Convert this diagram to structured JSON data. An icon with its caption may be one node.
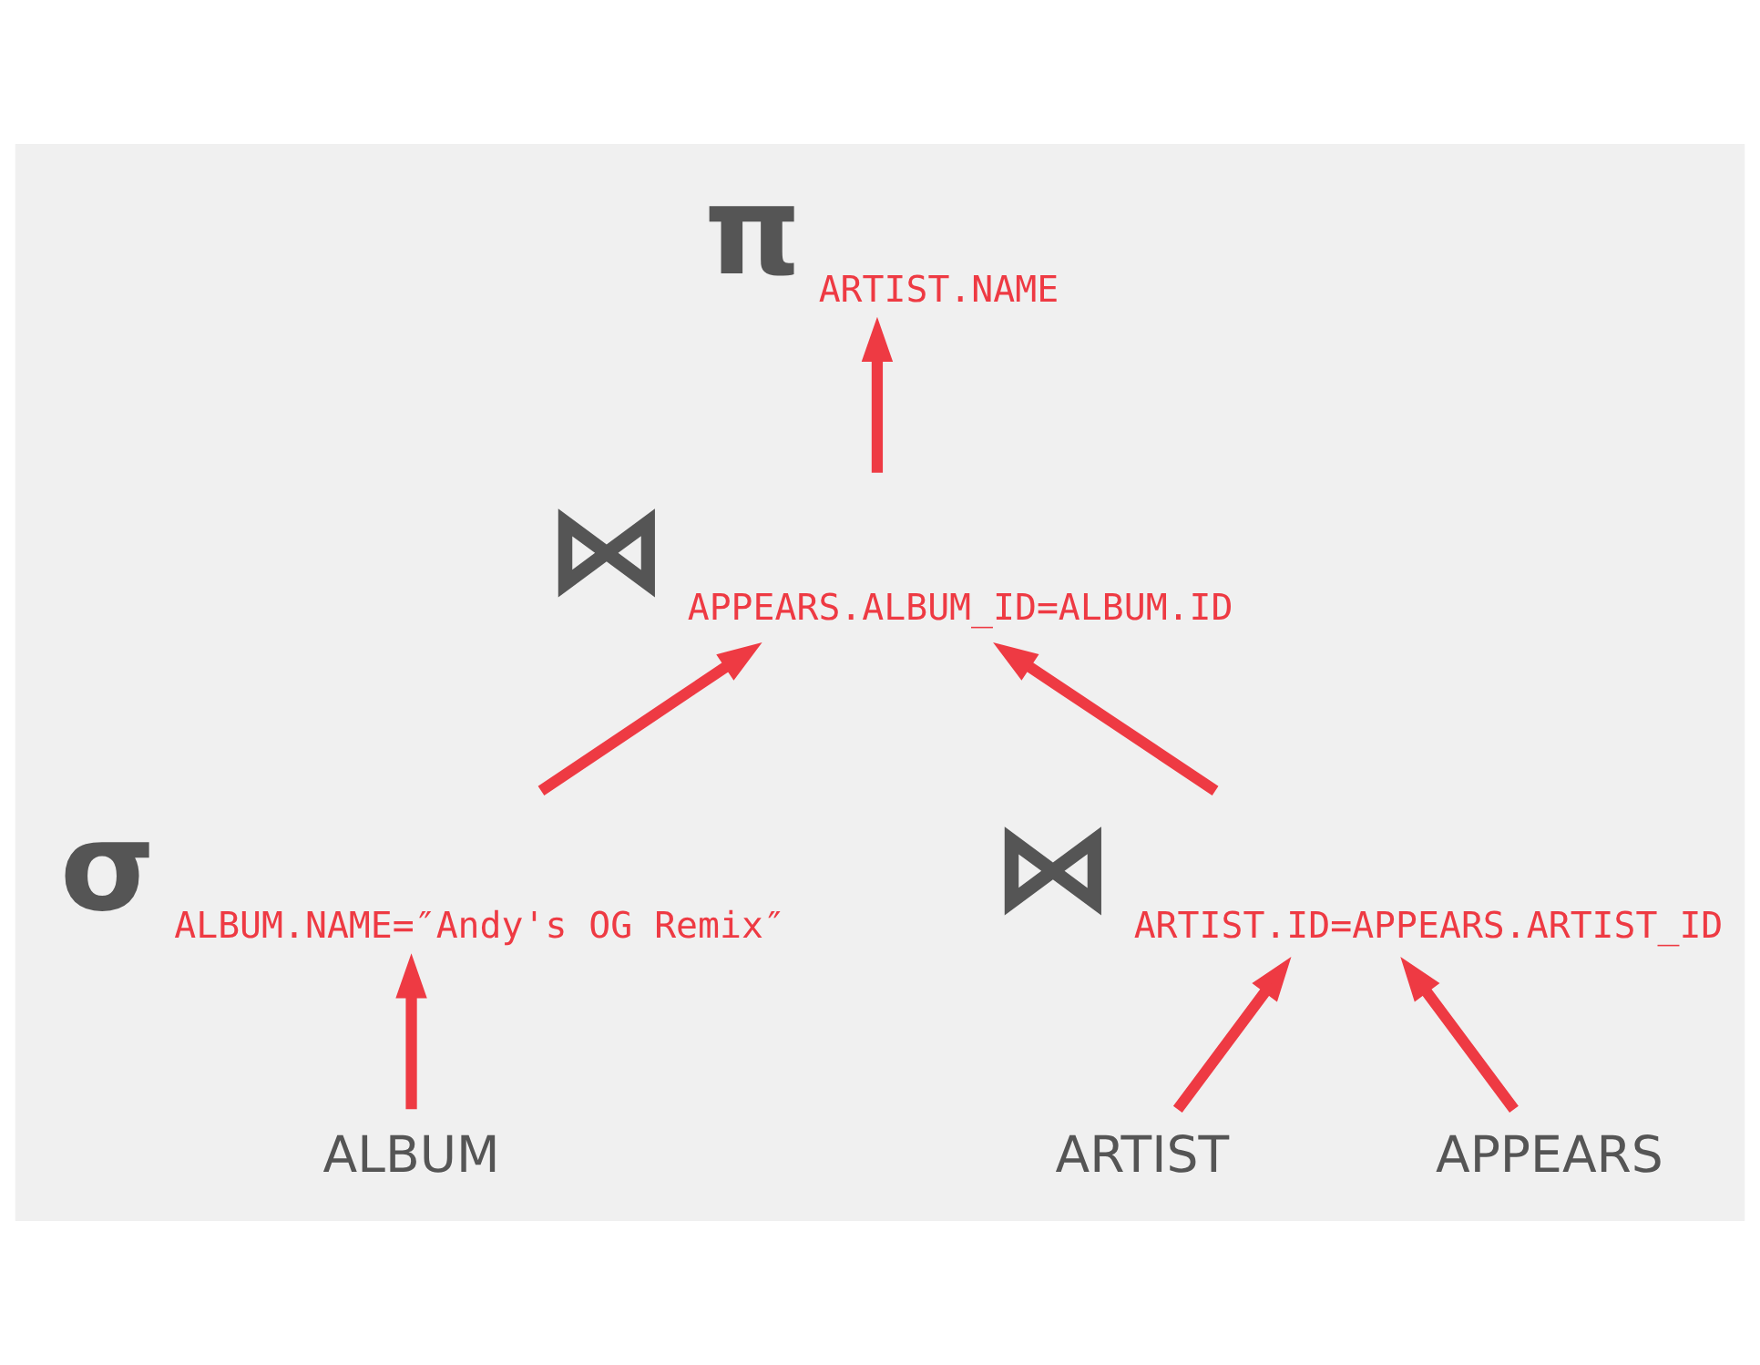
{
  "diagram": {
    "nodes": [
      {
        "text": [
          "π"
        ],
        "beside": [
          "ARTIST.NAME"
        ]
      },
      {
        "text": [
          "⋈"
        ],
        "beside": [
          "APPEARS.ALBUM_ID=ALBUM.ID"
        ]
      },
      {
        "text": [
          "σ"
        ],
        "beside": [
          "ALBUM.NAME=″Andy's OG Remix″"
        ]
      },
      {
        "text": [
          "⋈"
        ],
        "beside": [
          "ARTIST.ID=APPEARS.ARTIST_ID"
        ]
      },
      {
        "text": [
          "ARTIST"
        ]
      },
      {
        "text": [
          "APPEARS"
        ]
      },
      {
        "text": [
          "ALBUM"
        ]
      }
    ],
    "edges": [
      {
        "from": 4,
        "to": 3,
        "arrow": "to"
      },
      {
        "from": 5,
        "to": 3,
        "arrow": "to"
      },
      {
        "from": 3,
        "to": 1,
        "arrow": "to"
      },
      {
        "from": 6,
        "to": 2,
        "arrow": "to"
      },
      {
        "from": 2,
        "to": 1,
        "arrow": "to"
      },
      {
        "from": 1,
        "to": 0,
        "arrow": "to"
      }
    ]
  }
}
